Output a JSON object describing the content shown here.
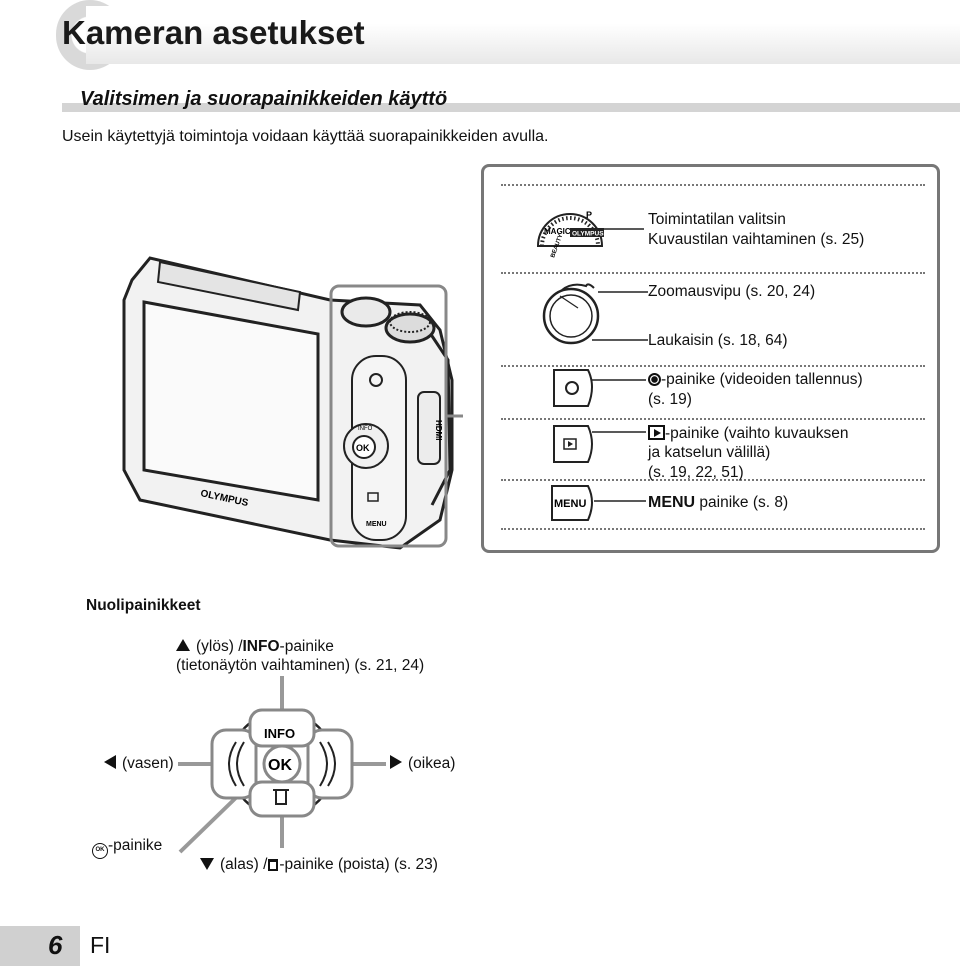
{
  "header": {
    "title": "Kameran asetukset"
  },
  "section": {
    "title": "Valitsimen ja suorapainikkeiden käyttö",
    "intro": "Usein käytettyjä toimintoja voidaan käyttää suorapainikkeiden avulla."
  },
  "camera_labels": {
    "mode_dial": [
      "Toimintatilan valitsin",
      "Kuvaustilan vaihtaminen (s. 25)"
    ],
    "zoom": "Zoomausvipu (s. 20, 24)",
    "shutter": "Laukaisin (s. 18, 64)",
    "movie": [
      "-painike (videoiden tallennus)",
      "(s. 19)"
    ],
    "playback": [
      "-painike (vaihto kuvauksen",
      "ja katselun välillä)",
      "(s. 19, 22, 51)"
    ],
    "menu_word": "MENU",
    "menu_rest": " painike (s. 8)",
    "menu_button": "MENU",
    "dial_texts": [
      "MAGIC",
      "BEAUTY",
      "OLYMPUS",
      "P"
    ],
    "brand": "OLYMPUS",
    "hdmi": "HDMI",
    "cam_ok": "OK",
    "cam_info": "INFO",
    "cam_menu": "MENU"
  },
  "arrow_section": {
    "title": "Nuolipainikkeet",
    "up": [
      "(ylös) /",
      "INFO",
      "-painike",
      "(tietonäytön vaihtaminen) (s. 21, 24)"
    ],
    "left": "(vasen)",
    "right": "(oikea)",
    "ok": "-painike",
    "down": [
      "(alas) /",
      "-painike (poista) (s. 23)"
    ],
    "pad_info": "INFO",
    "pad_ok": "OK",
    "ok_icon": "OK"
  },
  "footer": {
    "page": "6",
    "lang": "FI"
  }
}
